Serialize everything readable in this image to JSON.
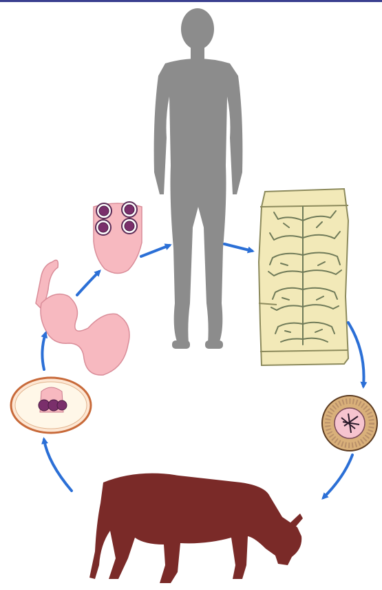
{
  "diagram": {
    "title": "",
    "stages": [
      {
        "name": "human-host",
        "label": ""
      },
      {
        "name": "tapeworm-proglottid",
        "label": ""
      },
      {
        "name": "egg",
        "label": ""
      },
      {
        "name": "cattle-intermediate-host",
        "label": ""
      },
      {
        "name": "cysticercus",
        "label": ""
      },
      {
        "name": "evaginated-larva",
        "label": ""
      },
      {
        "name": "scolex",
        "label": ""
      }
    ],
    "colors": {
      "human": "#8c8c8c",
      "cattle": "#7a2a28",
      "arrows": "#2b6fd6",
      "top_rule": "#3a3f8f",
      "proglottid_fill": "#f2e9b8",
      "proglottid_branches": "#6f7a58",
      "tissue_pink": "#f7b9c0",
      "sucker_purple": "#7a2f6b",
      "egg_ring": "#b9906a"
    }
  }
}
